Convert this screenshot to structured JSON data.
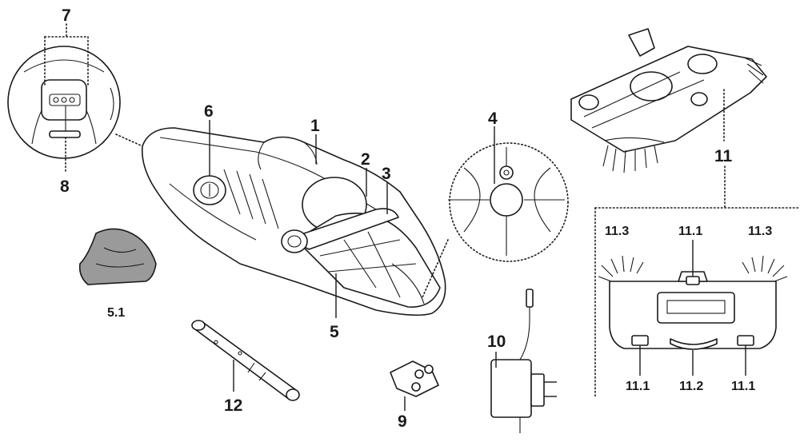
{
  "labels": {
    "l1": "1",
    "l2": "2",
    "l3": "3",
    "l4": "4",
    "l5": "5",
    "l5_1": "5.1",
    "l6": "6",
    "l7": "7",
    "l8": "8",
    "l9": "9",
    "l10": "10",
    "l11": "11",
    "l11_1": "11.1",
    "l11_2": "11.2",
    "l11_3": "11.3",
    "l12": "12"
  },
  "colors": {
    "ink": "#1a1a1a",
    "filter_bag": "#9a9a9a"
  }
}
